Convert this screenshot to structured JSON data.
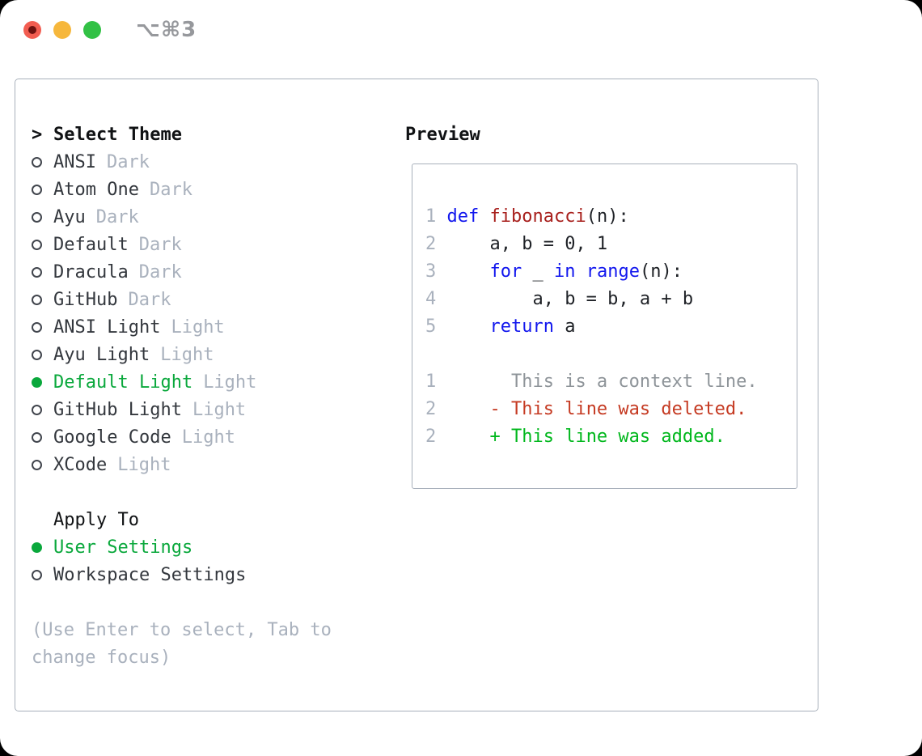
{
  "window": {
    "title": "⌥⌘3",
    "traffic_lights": [
      "close",
      "minimize",
      "zoom"
    ]
  },
  "colors": {
    "selected_green": "#0aa83c",
    "keyword_blue": "#1217ee",
    "function_red": "#a8201d",
    "deleted_red": "#c53a22",
    "added_green": "#00b71c",
    "muted_gray": "#a9b1bd",
    "panel_border": "#a8b0bb"
  },
  "theme_panel": {
    "header": {
      "cursor": ">",
      "label": "Select Theme"
    },
    "themes": [
      {
        "name": "ANSI",
        "variant": "Dark",
        "selected": false
      },
      {
        "name": "Atom One",
        "variant": "Dark",
        "selected": false
      },
      {
        "name": "Ayu",
        "variant": "Dark",
        "selected": false
      },
      {
        "name": "Default",
        "variant": "Dark",
        "selected": false
      },
      {
        "name": "Dracula",
        "variant": "Dark",
        "selected": false
      },
      {
        "name": "GitHub",
        "variant": "Dark",
        "selected": false
      },
      {
        "name": "ANSI Light",
        "variant": "Light",
        "selected": false
      },
      {
        "name": "Ayu Light",
        "variant": "Light",
        "selected": false
      },
      {
        "name": "Default Light",
        "variant": "Light",
        "selected": true
      },
      {
        "name": "GitHub Light",
        "variant": "Light",
        "selected": false
      },
      {
        "name": "Google Code",
        "variant": "Light",
        "selected": false
      },
      {
        "name": "XCode",
        "variant": "Light",
        "selected": false
      }
    ],
    "apply_to": {
      "label": "Apply To",
      "options": [
        {
          "name": "User Settings",
          "selected": true
        },
        {
          "name": "Workspace Settings",
          "selected": false
        }
      ]
    },
    "help": [
      "(Use Enter to select, Tab to",
      "change focus)"
    ]
  },
  "preview": {
    "title": "Preview",
    "code_lines": [
      [
        [
          "num",
          "1"
        ],
        [
          "pl",
          " "
        ],
        [
          "kw",
          "def"
        ],
        [
          "pl",
          " "
        ],
        [
          "fn",
          "fibonacci"
        ],
        [
          "pl",
          "(n):"
        ]
      ],
      [
        [
          "num",
          "2"
        ],
        [
          "pl",
          "     a, b = 0, 1"
        ]
      ],
      [
        [
          "num",
          "3"
        ],
        [
          "pl",
          "     "
        ],
        [
          "kw",
          "for"
        ],
        [
          "pl",
          " _ "
        ],
        [
          "kw",
          "in"
        ],
        [
          "pl",
          " "
        ],
        [
          "kw",
          "range"
        ],
        [
          "pl",
          "(n):"
        ]
      ],
      [
        [
          "num",
          "4"
        ],
        [
          "pl",
          "         a, b = b, a + b"
        ]
      ],
      [
        [
          "num",
          "5"
        ],
        [
          "pl",
          "     "
        ],
        [
          "kw",
          "return"
        ],
        [
          "pl",
          " a"
        ]
      ],
      [],
      [
        [
          "num",
          "1"
        ],
        [
          "pl",
          "       "
        ],
        [
          "ctx",
          "This is a context line."
        ]
      ],
      [
        [
          "num",
          "2"
        ],
        [
          "pl",
          "     "
        ],
        [
          "del",
          "- This line was deleted."
        ]
      ],
      [
        [
          "num",
          "2"
        ],
        [
          "pl",
          "     "
        ],
        [
          "add",
          "+ This line was added."
        ]
      ]
    ]
  }
}
